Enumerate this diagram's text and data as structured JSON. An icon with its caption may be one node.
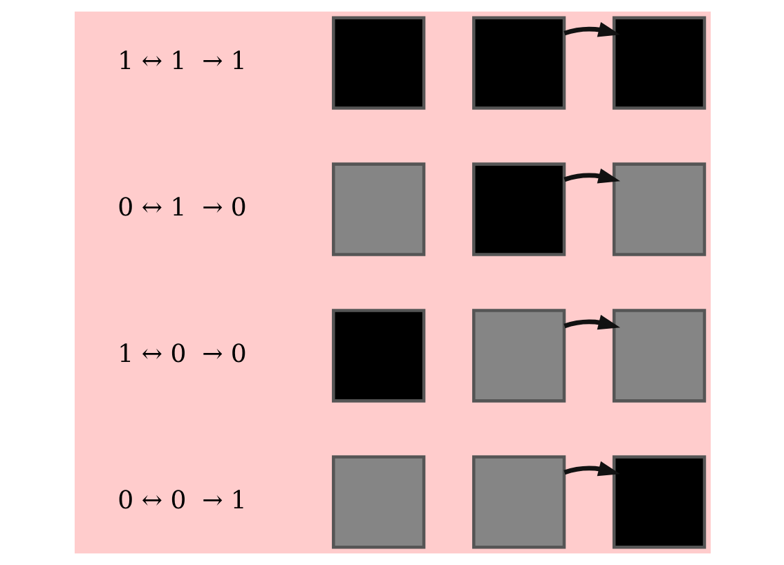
{
  "diagram": {
    "nodes": [
      {
        "text": [],
        "shape": "box"
      },
      {
        "text": [],
        "shape": "box"
      },
      {
        "text": [],
        "shape": "box"
      },
      {
        "text": [],
        "shape": "box"
      },
      {
        "text": [],
        "shape": "box"
      },
      {
        "text": [],
        "shape": "box"
      },
      {
        "text": [],
        "shape": "box"
      },
      {
        "text": [],
        "shape": "box"
      },
      {
        "text": [],
        "shape": "box"
      },
      {
        "text": [],
        "shape": "box"
      },
      {
        "text": [],
        "shape": "box"
      },
      {
        "text": [],
        "shape": "box"
      }
    ],
    "edges": [
      {
        "from": 1,
        "to": 2,
        "arrow": "to"
      },
      {
        "from": 4,
        "to": 5,
        "arrow": "to"
      },
      {
        "from": 7,
        "to": 8,
        "arrow": "to"
      },
      {
        "from": 10,
        "to": 11,
        "arrow": "to"
      }
    ],
    "labels": [
      "1 ↔ 1  → 1",
      "0 ↔ 1  → 0",
      "1 ↔ 0  → 0",
      "0 ↔ 0  → 1"
    ]
  }
}
